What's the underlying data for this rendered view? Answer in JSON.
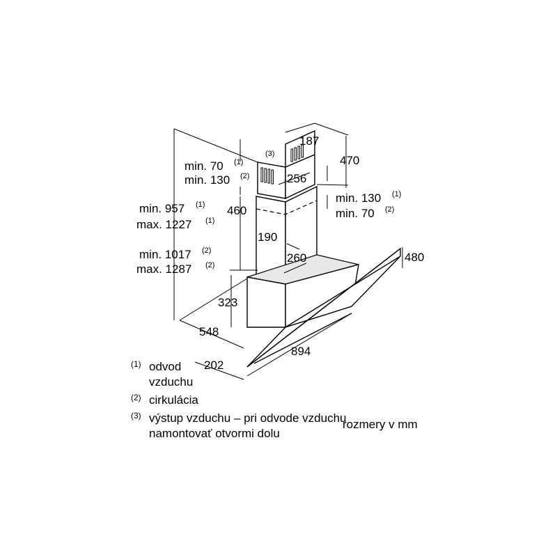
{
  "dimensions": {
    "d187": "187",
    "d470": "470",
    "d256": "256",
    "d460": "460",
    "d190": "190",
    "d260": "260",
    "d480": "480",
    "d323": "323",
    "d548": "548",
    "d894": "894",
    "d202": "202"
  },
  "labels": {
    "top_left_1": "min. 70",
    "top_left_1_note": "(1)",
    "top_left_2": "min. 130",
    "top_left_2_note": "(2)",
    "outlet_note": "(3)",
    "right_1": "min. 130",
    "right_1_note": "(1)",
    "right_2": "min. 70",
    "right_2_note": "(2)",
    "height_1": "min. 957",
    "height_1_note": "(1)",
    "height_2": "max. 1227",
    "height_2_note": "(1)",
    "height_3": "min. 1017",
    "height_3_note": "(2)",
    "height_4": "max. 1287",
    "height_4_note": "(2)"
  },
  "legend": [
    {
      "mark": "(1)",
      "text": "odvod",
      "cont": "vzduchu"
    },
    {
      "mark": "(2)",
      "text": "cirkulácia"
    },
    {
      "mark": "(3)",
      "text": "výstup vzduchu – pri odvode vzduchu",
      "cont": "namontovať otvormi dolu"
    }
  ],
  "units": "rozmery v mm"
}
